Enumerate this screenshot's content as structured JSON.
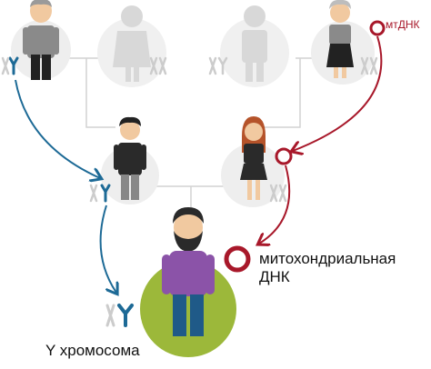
{
  "labels": {
    "mtdna_short": "мтДНК",
    "mtdna_long_line1": "митохондриальная",
    "mtdna_long_line2": "ДНК",
    "y_chromosome": "Y хромосома"
  },
  "chromosome_marks": {
    "xy": "XY",
    "xx": "XX"
  },
  "icons": [
    "male-figure-icon",
    "female-figure-icon",
    "y-chromosome-icon",
    "x-chromosome-icon",
    "mitochondria-ring-icon"
  ],
  "colors": {
    "y_lineage": "#1d6a96",
    "mt_lineage": "#a8182a",
    "circle_bg": "#eeeeee",
    "faded_figure": "#d8d8d8",
    "son_circle": "#9cb83a",
    "chromosome_gray": "#cccccc",
    "tree_line": "#d0d0d0"
  }
}
